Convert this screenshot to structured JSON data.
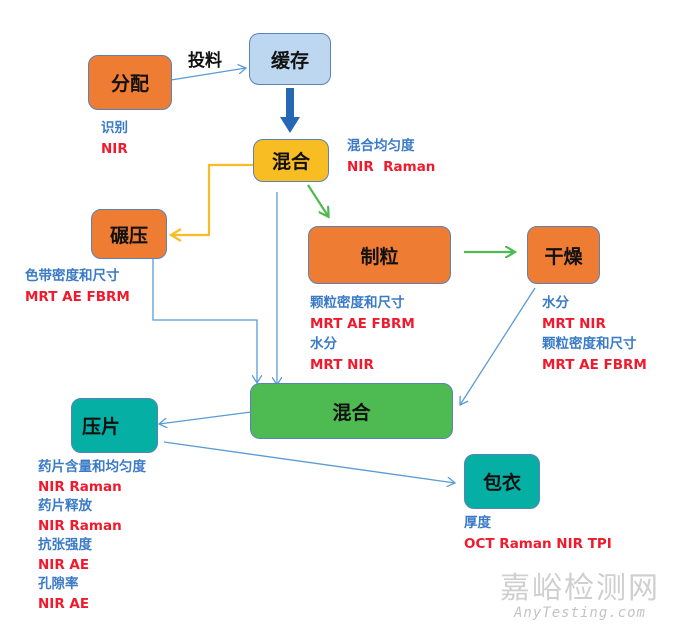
{
  "feed_label": "投料",
  "nodes": {
    "dispense": {
      "label": "分配",
      "color": "#ef7c33"
    },
    "buffer": {
      "label": "缓存",
      "color": "#bcd7ef"
    },
    "blend1": {
      "label": "混合",
      "color": "#f8bd22"
    },
    "roller": {
      "label": "碾压",
      "color": "#ef7c33"
    },
    "granulate": {
      "label": "制粒",
      "color": "#ef7c33"
    },
    "dry": {
      "label": "干燥",
      "color": "#ef7c33"
    },
    "blend2": {
      "label": "混合",
      "color": "#4ebb52"
    },
    "tablet": {
      "label": "压片",
      "color": "#06afa4"
    },
    "coat": {
      "label": "包衣",
      "color": "#06afa4"
    }
  },
  "annotations": {
    "dispense": [
      {
        "text": "识别",
        "kind": "attribute"
      },
      {
        "text": "NIR",
        "kind": "technique"
      }
    ],
    "blend1": [
      {
        "text": "混合均匀度",
        "kind": "attribute"
      },
      {
        "text": "NIR  Raman",
        "kind": "technique"
      }
    ],
    "roller": [
      {
        "text": "色带密度和尺寸",
        "kind": "attribute"
      },
      {
        "text": "MRT AE FBRM",
        "kind": "technique"
      }
    ],
    "granulate": [
      {
        "text": "颗粒密度和尺寸",
        "kind": "attribute"
      },
      {
        "text": "MRT AE FBRM",
        "kind": "technique"
      },
      {
        "text": "水分",
        "kind": "attribute"
      },
      {
        "text": "MRT NIR",
        "kind": "technique"
      }
    ],
    "dry": [
      {
        "text": "水分",
        "kind": "attribute"
      },
      {
        "text": "MRT NIR",
        "kind": "technique"
      },
      {
        "text": "颗粒密度和尺寸",
        "kind": "attribute"
      },
      {
        "text": "MRT AE FBRM",
        "kind": "technique"
      }
    ],
    "tablet": [
      {
        "text": "药片含量和均匀度",
        "kind": "attribute"
      },
      {
        "text": "NIR Raman",
        "kind": "technique"
      },
      {
        "text": "药片释放",
        "kind": "attribute"
      },
      {
        "text": "NIR Raman",
        "kind": "technique"
      },
      {
        "text": "抗张强度",
        "kind": "attribute"
      },
      {
        "text": "NIR AE",
        "kind": "technique"
      },
      {
        "text": "孔隙率",
        "kind": "attribute"
      },
      {
        "text": "NIR AE",
        "kind": "technique"
      }
    ],
    "coat": [
      {
        "text": "厚度",
        "kind": "attribute"
      },
      {
        "text": "OCT Raman NIR TPI",
        "kind": "technique"
      }
    ]
  },
  "edges": [
    {
      "from": "dispense",
      "to": "buffer",
      "color": "#5b9bd5"
    },
    {
      "from": "buffer",
      "to": "blend1",
      "color": "#2566b5"
    },
    {
      "from": "blend1",
      "to": "roller",
      "color": "#f8bd22"
    },
    {
      "from": "blend1",
      "to": "granulate",
      "color": "#4ebb52"
    },
    {
      "from": "granulate",
      "to": "dry",
      "color": "#4ebb52"
    },
    {
      "from": "blend1",
      "to": "blend2",
      "color": "#5b9bd5"
    },
    {
      "from": "roller",
      "to": "blend2",
      "color": "#5b9bd5"
    },
    {
      "from": "dry",
      "to": "blend2",
      "color": "#5b9bd5"
    },
    {
      "from": "blend2",
      "to": "tablet",
      "color": "#5b9bd5"
    },
    {
      "from": "tablet",
      "to": "coat",
      "color": "#5b9bd5"
    }
  ],
  "watermark": {
    "cn": "嘉峪检测网",
    "en": "AnyTesting.com"
  }
}
